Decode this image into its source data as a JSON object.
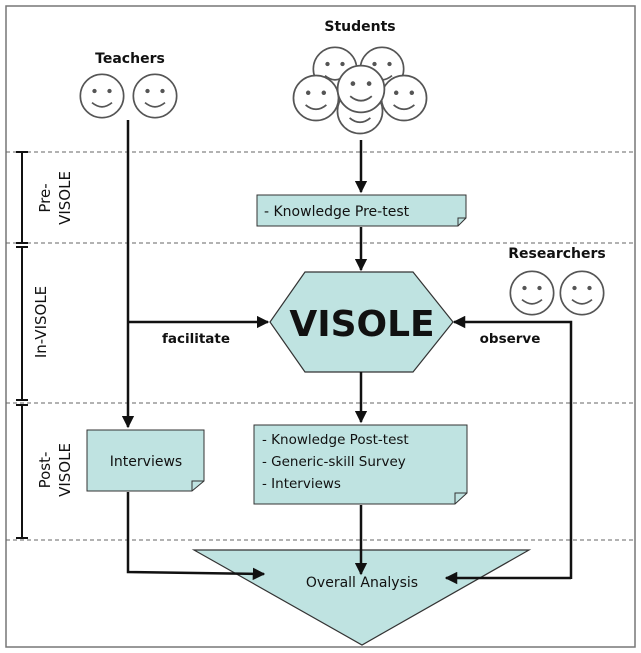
{
  "actors": {
    "teachers": "Teachers",
    "students": "Students",
    "researchers": "Researchers"
  },
  "phases": {
    "pre_line1": "Pre-",
    "pre_line2": "VISOLE",
    "in": "In-VISOLE",
    "post_line1": "Post-",
    "post_line2": "VISOLE"
  },
  "boxes": {
    "pretest": "- Knowledge Pre-test",
    "teacher_interviews": "Interviews",
    "post_items": [
      "- Knowledge Post-test",
      "- Generic-skill Survey",
      "- Interviews"
    ]
  },
  "center": "VISOLE",
  "edges": {
    "facilitate": "facilitate",
    "observe": "observe"
  },
  "analysis": "Overall Analysis",
  "colors": {
    "box_fill": "#bfe3e1",
    "border": "#333333",
    "face_fill": "#ffffff",
    "arrow": "#111111"
  },
  "icons": {
    "actor": "smiley-face-icon"
  }
}
